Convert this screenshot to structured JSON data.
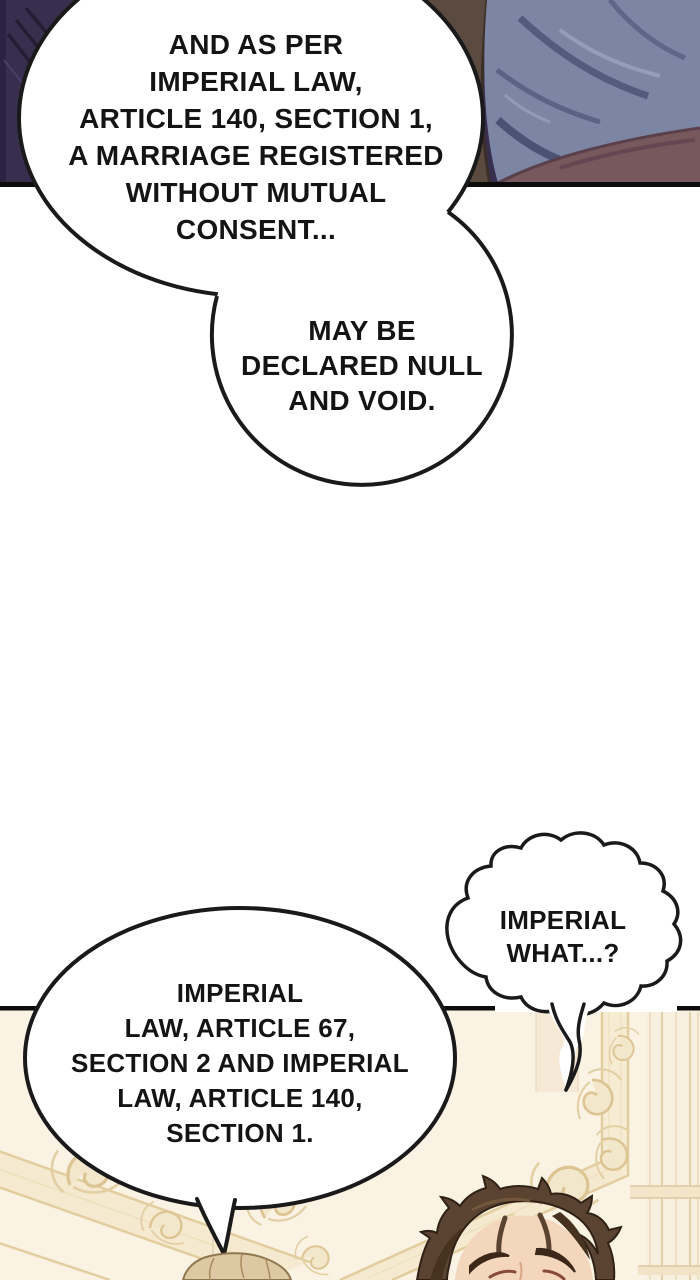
{
  "scene": {
    "kind": "webtoon comic page",
    "panel_count": 2,
    "gutter_color": "#ffffff"
  },
  "speech_bubbles": {
    "bubble1": {
      "lines": [
        "AND AS PER",
        "IMPERIAL LAW,",
        "ARTICLE 140, SECTION 1,",
        "A MARRIAGE REGISTERED",
        "WITHOUT MUTUAL",
        "CONSENT..."
      ]
    },
    "bubble2": {
      "lines": [
        "MAY BE",
        "DECLARED NULL",
        "AND VOID."
      ]
    },
    "bubble3": {
      "lines": [
        "IMPERIAL",
        "LAW, ARTICLE 67,",
        "SECTION 2 AND IMPERIAL",
        "LAW, ARTICLE 140,",
        "SECTION 1."
      ]
    },
    "bubble4": {
      "lines": [
        "IMPERIAL",
        "WHAT...?"
      ]
    }
  },
  "panels": {
    "top": {
      "content": "blurred close-up of two figures, dark purple garment at left, blue-gray fabric with red-brown sash at right",
      "colors": {
        "left_garment": "#382f4e",
        "left_garment_shadow": "#241e35",
        "brown_strip": "#5a4a3f",
        "fabric": "#7c85a3",
        "fabric_shadow": "#4d5477",
        "sash": "#77585d",
        "border": "#0c0c0c"
      }
    },
    "bottom": {
      "content": "ornate cream rococo wallpaper room; angry brown-haired man at lower right, top of a blond head at lower center",
      "colors": {
        "wall_base": "#faf2e2",
        "wall_panel": "#f6ecd4",
        "frame_line": "#e2cd9f",
        "ornament": "#ddc493",
        "molding": "#f2e5c8",
        "hair_brown": "#5b4331",
        "hair_brown_dark": "#46321f",
        "skin": "#f3d6bc",
        "brow": "#3c2818",
        "hair_blond": "#dcc9a4",
        "hair_blond_outline": "#8e764f",
        "border": "#0c0c0c"
      }
    }
  },
  "bubble_style": {
    "fill": "#ffffff",
    "stroke": "#1a1a1a",
    "text_color": "#141414"
  }
}
